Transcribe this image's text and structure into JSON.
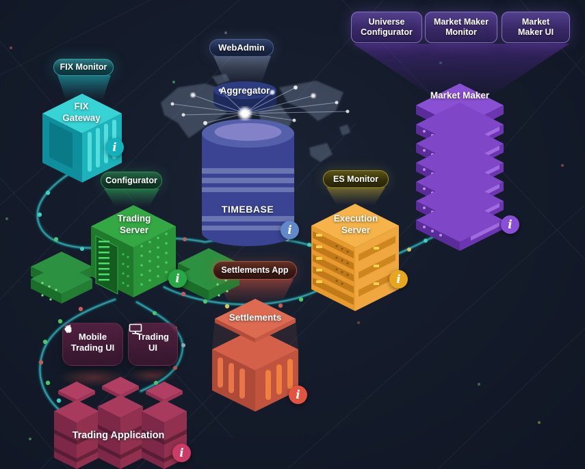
{
  "top_buttons": [
    {
      "id": "universe-configurator",
      "label": "Universe Configurator"
    },
    {
      "id": "market-maker-monitor",
      "label": "Market Maker Monitor"
    },
    {
      "id": "market-maker-ui",
      "label": "Market Maker UI"
    }
  ],
  "badges": {
    "fix_monitor": {
      "label": "FIX Monitor"
    },
    "webadmin": {
      "label": "WebAdmin"
    },
    "configurator": {
      "label": "Configurator"
    },
    "es_monitor": {
      "label": "ES Monitor"
    },
    "settlements_app": {
      "label": "Settlements App"
    }
  },
  "ui_buttons": {
    "mobile_trading_ui": {
      "label": "Mobile Trading UI",
      "icons": [
        "android-icon",
        "apple-icon"
      ]
    },
    "trading_ui": {
      "label": "Trading UI",
      "icons": [
        "monitor-icon"
      ]
    }
  },
  "nodes": {
    "fix_gateway": {
      "label": "FIX Gateway",
      "color": "#1fb7c0",
      "info": "i"
    },
    "aggregator": {
      "label": "Aggregator",
      "color": "#2e3d82"
    },
    "timebase": {
      "label": "TIMEBASE",
      "color": "#3a4492",
      "info": "i"
    },
    "trading_server": {
      "label": "Trading Server",
      "color": "#2f9e3f",
      "info": "i"
    },
    "execution_server": {
      "label": "Execution Server",
      "color": "#f0a035",
      "info": "i"
    },
    "market_maker": {
      "label": "Market Maker",
      "color": "#6d34b0",
      "info": "i"
    },
    "settlements": {
      "label": "Settlements",
      "color": "#d4604a",
      "info": "i"
    },
    "trading_application": {
      "label": "Trading Application",
      "color": "#9e3558",
      "info": "i"
    }
  },
  "info_colors": {
    "fix_gateway": "#12b2bd",
    "timebase": "#6189c9",
    "trading_server": "#27a844",
    "execution_server": "#e8a61e",
    "market_maker": "#8a4fd8",
    "settlements": "#e2543f",
    "trading_application": "#cc3a66"
  }
}
